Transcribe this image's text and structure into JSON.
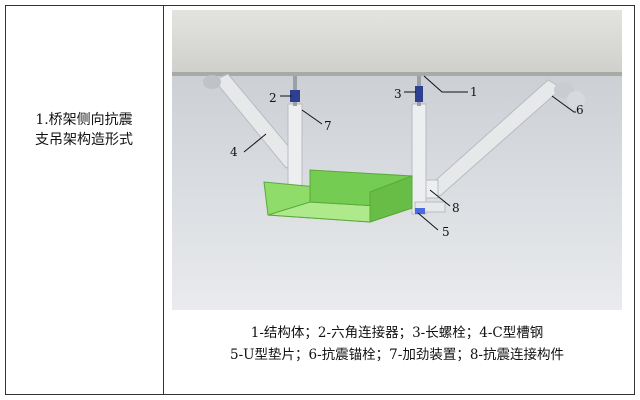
{
  "title": {
    "line1": "1.桥架侧向抗震",
    "line2": "支吊架构造形式"
  },
  "callouts": [
    {
      "id": "1",
      "label": "1"
    },
    {
      "id": "2",
      "label": "2"
    },
    {
      "id": "3",
      "label": "3"
    },
    {
      "id": "4",
      "label": "4"
    },
    {
      "id": "5",
      "label": "5"
    },
    {
      "id": "6",
      "label": "6"
    },
    {
      "id": "7",
      "label": "7"
    },
    {
      "id": "8",
      "label": "8"
    }
  ],
  "legend": {
    "line1": "1-结构体；2-六角连接器；3-长螺栓；4-C型槽钢",
    "line2": "5-U型垫片；6-抗震锚栓；7-加劲装置；8-抗震连接构件"
  },
  "colors": {
    "ceiling": "#d9d9d6",
    "background": "#c9cdd2",
    "tray": "#8fdc6a",
    "tray_dark": "#6cc24a",
    "steel": "#e6e8ea",
    "washer": "#4a6be0"
  }
}
